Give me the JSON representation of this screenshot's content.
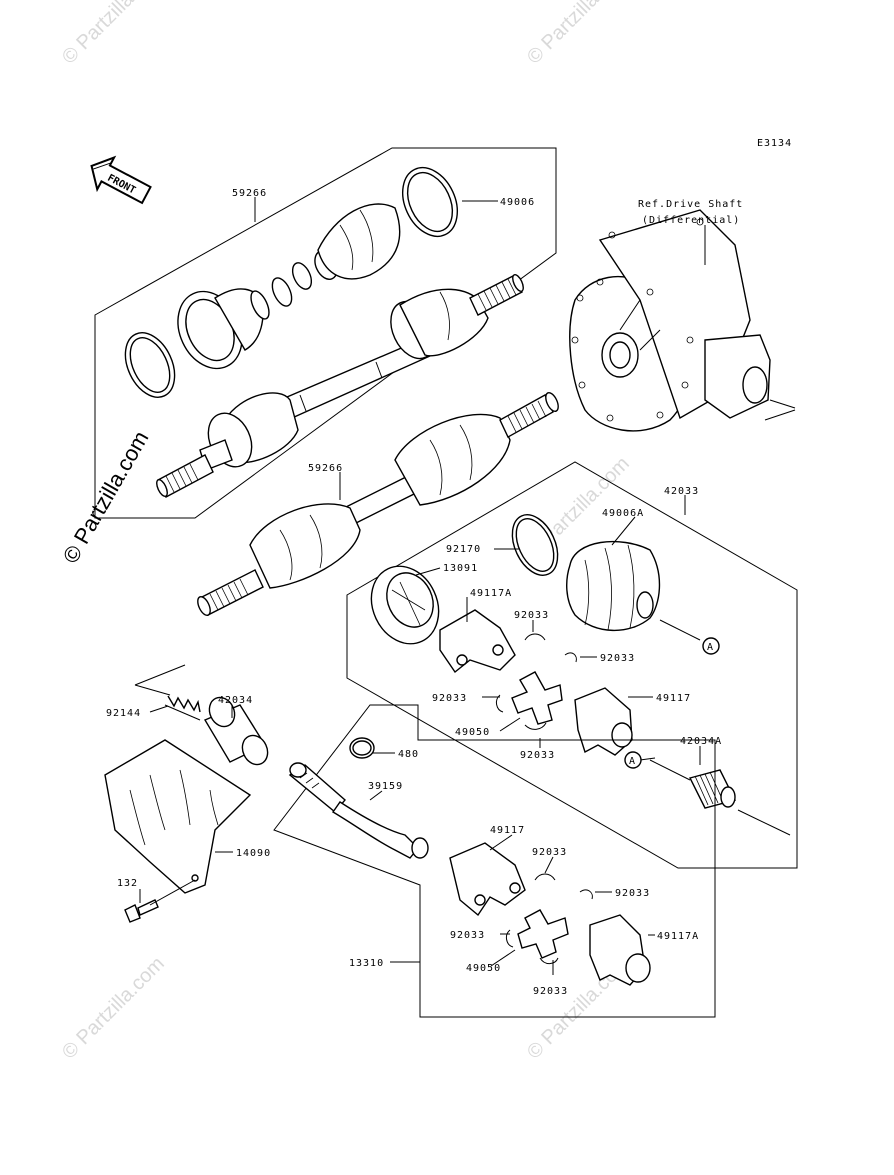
{
  "diagram": {
    "code": "E3134",
    "front_label": "FRONT",
    "ref_label_line1": "Ref.Drive Shaft",
    "ref_label_line2": "(Differential)",
    "watermark": "© Partzilla.com",
    "callouts": {
      "c59266a": "59266",
      "c49006": "49006",
      "c59266b": "59266",
      "c42033": "42033",
      "c92170": "92170",
      "c49006A": "49006A",
      "c13091": "13091",
      "c49117A_top": "49117A",
      "c92033_a": "92033",
      "c92033_b": "92033",
      "c92033_c": "92033",
      "c92033_d": "92033",
      "c49050_top": "49050",
      "c49117_top": "49117",
      "cA_1": "A",
      "cA_2": "A",
      "c42034A": "42034A",
      "c92144": "92144",
      "c42034": "42034",
      "c480": "480",
      "c39159": "39159",
      "c49117_bot": "49117",
      "c92033_e": "92033",
      "c92033_f": "92033",
      "c92033_g": "92033",
      "c92033_h": "92033",
      "c49117A_bot": "49117A",
      "c49050_bot": "49050",
      "c14090": "14090",
      "c132": "132",
      "c13310": "13310"
    }
  }
}
